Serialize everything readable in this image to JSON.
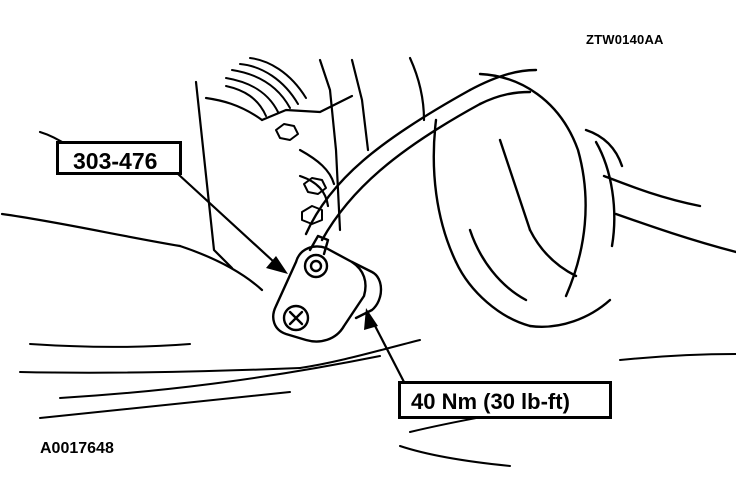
{
  "header": {
    "reference_code": "ZTW0140AA"
  },
  "callouts": {
    "tool_number": "303-476",
    "torque_spec": "40 Nm (30 lb-ft)"
  },
  "footer": {
    "art_code": "A0017648"
  }
}
